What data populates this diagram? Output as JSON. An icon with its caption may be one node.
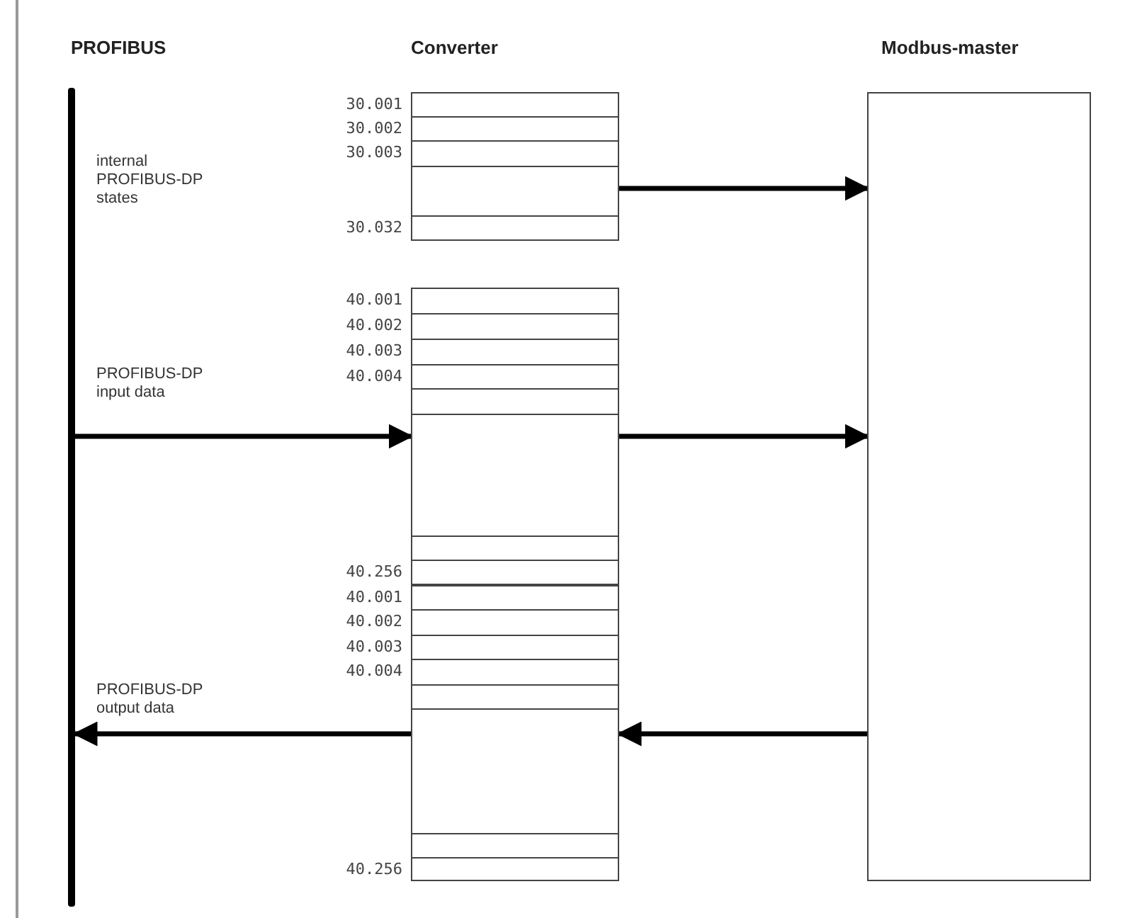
{
  "diagram": {
    "nodes": [
      {
        "text": [
          "PROFIBUS"
        ]
      },
      {
        "text": [],
        "shape": "box",
        "beside": [
          "30.001",
          "30.002",
          "30.003",
          "30.032"
        ]
      },
      {
        "text": [],
        "shape": "box",
        "beside": [
          "40.001",
          "40.002",
          "40.003",
          "40.004",
          "40.256"
        ]
      },
      {
        "text": [],
        "shape": "box",
        "beside": [
          "40.001",
          "40.002",
          "40.003",
          "40.004",
          "40.256"
        ]
      },
      {
        "text": [
          "Modbus-master"
        ]
      }
    ],
    "edges": [
      {
        "from": 1,
        "to": 4,
        "arrow": "to"
      },
      {
        "from": 0,
        "to": 2,
        "arrow": "to",
        "label": "PROFIBUS-DP input data"
      },
      {
        "from": 2,
        "to": 4,
        "arrow": "to"
      },
      {
        "from": 3,
        "to": 0,
        "arrow": "to",
        "label": "PROFIBUS-DP output data"
      },
      {
        "from": 4,
        "to": 3,
        "arrow": "to"
      }
    ],
    "labels": [
      "Converter",
      "internal PROFIBUS-DP states"
    ]
  }
}
